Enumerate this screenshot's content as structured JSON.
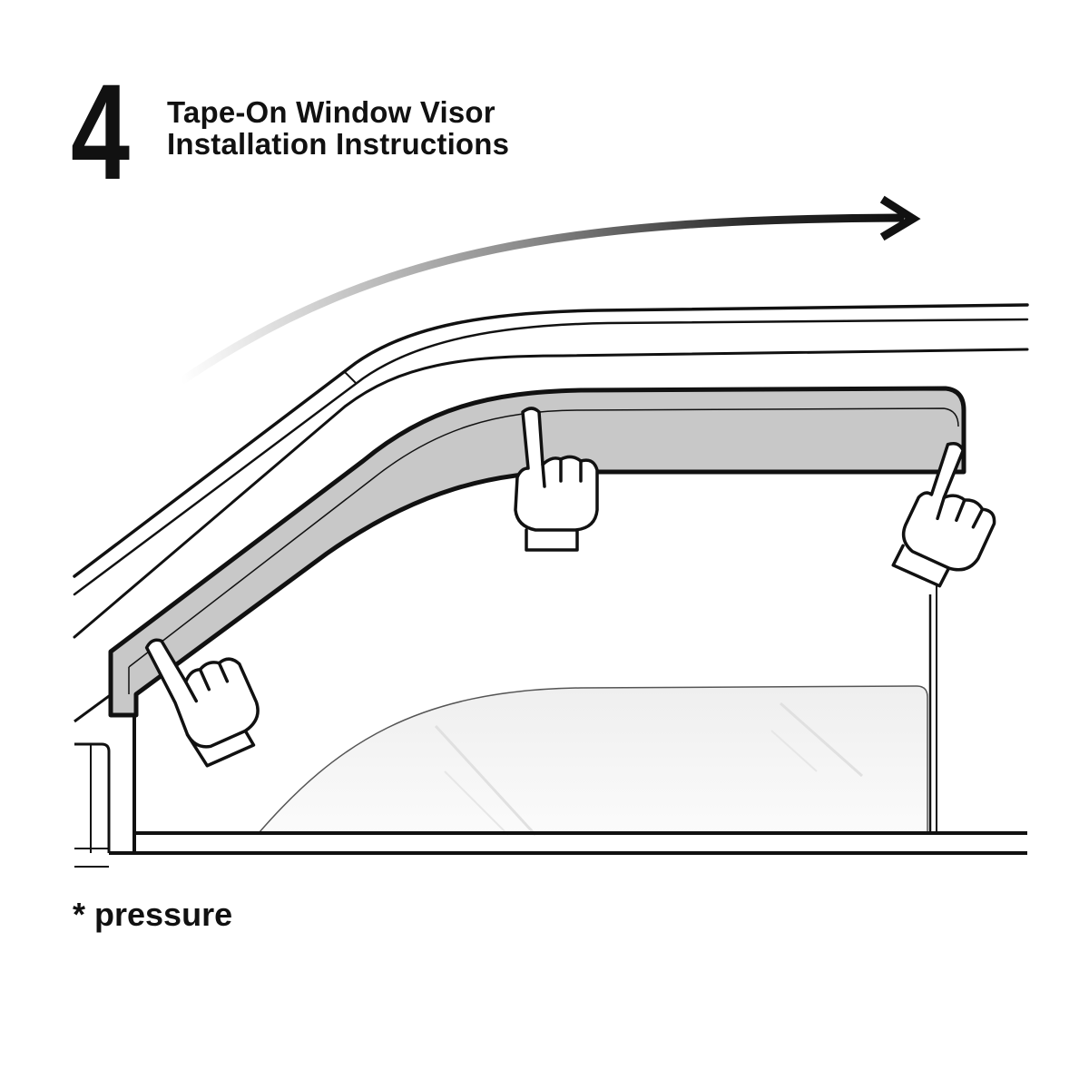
{
  "header": {
    "step_number": "4",
    "title_line1": "Tape-On Window Visor",
    "title_line2": "Installation Instructions"
  },
  "caption": {
    "text": "* pressure"
  },
  "icons": {
    "direction_arrow": "arrow-right-icon",
    "pressure_hand": "pointing-hand-icon"
  },
  "colors": {
    "ink": "#111111",
    "visor_fill": "#c8c8c8",
    "glass_fill": "#f2f2f2",
    "arrow_gradient_start": "#ffffff",
    "arrow_gradient_end": "#111111"
  }
}
